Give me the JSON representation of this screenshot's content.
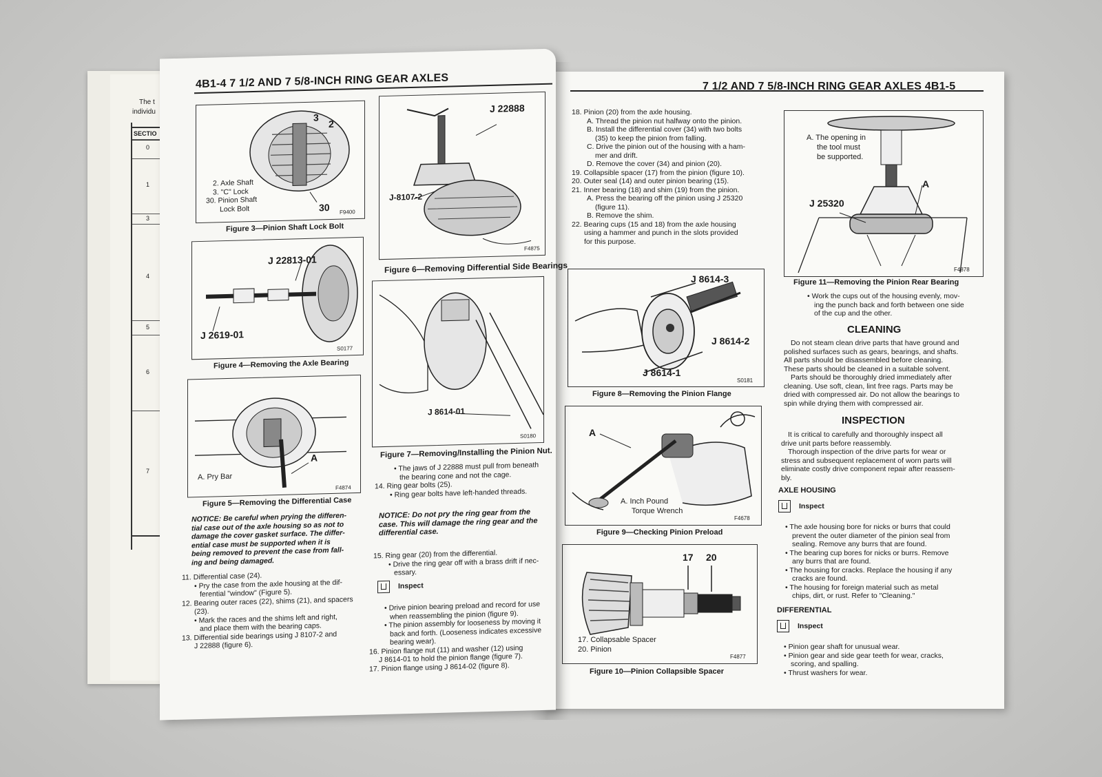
{
  "left_page": {
    "header": "4B1-4  7 1/2 AND 7 5/8-INCH RING GEAR AXLES",
    "fig3": {
      "caption": "Figure 3—Pinion Shaft Lock Bolt",
      "code": "F9400",
      "legend": [
        "2. Axle Shaft",
        "3. \"C\" Lock",
        "30. Pinion Shaft",
        "Lock Bolt"
      ],
      "callouts": [
        "3",
        "2",
        "30"
      ]
    },
    "fig4": {
      "caption": "Figure 4—Removing the Axle Bearing",
      "code": "S0177",
      "tool1": "J 22813-01",
      "tool2": "J 2619-01"
    },
    "fig5": {
      "caption": "Figure 5—Removing the Differential Case",
      "code": "F4874",
      "legend": "A. Pry Bar",
      "callout": "A"
    },
    "fig6": {
      "caption": "Figure 6—Removing Differential Side Bearings",
      "code": "F4875",
      "tool1": "J 22888",
      "tool2": "J-8107-2"
    },
    "fig7": {
      "caption": "Figure 7—Removing/Installing the Pinion Nut.",
      "code": "S0180",
      "tool": "J 8614-01"
    },
    "notice1": [
      "NOTICE: Be careful when prying the differen-",
      "tial case out of the axle housing so as not to",
      "damage the cover gasket surface. The differ-",
      "ential case must be supported when it is",
      "being removed to prevent the case from fall-",
      "ing and being damaged."
    ],
    "col1_steps": [
      "11. Differential case (24).",
      "• Pry the case from the axle housing at the dif-",
      "ferential \"window\" (Figure 5).",
      "12. Bearing outer races (22), shims (21), and spacers",
      "(23).",
      "• Mark the races and the shims left and right,",
      "and place them with the bearing caps.",
      "13. Differential side bearings using J 8107-2 and",
      "J 22888 (figure 6)."
    ],
    "col2_top": [
      "• The jaws of J 22888 must pull from beneath",
      "the bearing cone and not the cage.",
      "14. Ring gear bolts (25).",
      "• Ring gear bolts have left-handed threads."
    ],
    "notice2": [
      "NOTICE: Do not pry the ring gear from the",
      "case. This will damage the ring gear and the",
      "differential case."
    ],
    "col2_steps": [
      "15. Ring gear (20) from the differential.",
      "• Drive the ring gear off with a brass drift if nec-",
      "essary."
    ],
    "inspect_label": "Inspect",
    "col2_bottom": [
      "• Drive pinion bearing preload and record for use",
      "when reassembling the pinion (figure 9).",
      "• The pinion assembly for looseness by moving it",
      "back and forth. (Looseness indicates excessive",
      "bearing wear).",
      "16. Pinion flange nut (11) and washer (12) using",
      "J 8614-01 to hold the pinion flange (figure 7).",
      "17. Pinion flange using J 8614-02 (figure 8)."
    ]
  },
  "under_page": {
    "t1": "The t",
    "t2": "individu",
    "section_header": "SECTIO",
    "rows": [
      "0",
      "1",
      "3",
      "4",
      "5",
      "6",
      "7"
    ]
  },
  "right_page": {
    "header": "7 1/2 AND 7 5/8-INCH RING GEAR AXLES  4B1-5",
    "steps": [
      "18. Pinion (20) from the axle housing.",
      "A. Thread the pinion nut halfway onto the pinion.",
      "B. Install the differential cover (34) with two bolts",
      "(35) to keep the pinion from falling.",
      "C. Drive the pinion out of the housing with a ham-",
      "mer and drift.",
      "D. Remove the cover (34) and pinion (20).",
      "19. Collapsible spacer (17) from the pinion (figure 10).",
      "20. Outer seal (14) and outer pinion bearing (15).",
      "21. Inner bearing (18) and shim (19) from the pinion.",
      "A. Press the bearing off the pinion using J 25320",
      "(figure 11).",
      "B. Remove the shim.",
      "22. Bearing cups (15 and 18) from the axle housing",
      "using a hammer and punch in the slots provided",
      "for this purpose."
    ],
    "fig8": {
      "caption": "Figure 8—Removing the Pinion Flange",
      "code": "S0181",
      "tool1": "J 8614-3",
      "tool2": "J 8614-2",
      "tool3": "J 8614-1"
    },
    "fig9": {
      "caption": "Figure 9—Checking Pinion Preload",
      "code": "F4678",
      "callout": "A",
      "legend1": "A. Inch Pound",
      "legend2": "Torque Wrench"
    },
    "fig10": {
      "caption": "Figure 10—Pinion Collapsible Spacer",
      "code": "F4877",
      "callouts": [
        "17",
        "20"
      ],
      "legend": [
        "17. Collapsable Spacer",
        "20. Pinion"
      ]
    },
    "fig11": {
      "caption": "Figure 11—Removing the Pinion Rear Bearing",
      "code": "F4878",
      "note": [
        "A. The opening in",
        "the tool must",
        "be supported."
      ],
      "tool": "J 25320",
      "callout": "A"
    },
    "fig11_note": [
      "• Work the cups out of the housing evenly, mov-",
      "ing the punch back and forth between one side",
      "of the cup and the other."
    ],
    "cleaning": {
      "title": "CLEANING",
      "text": [
        "Do not steam clean drive parts that have ground and",
        "polished surfaces such as gears, bearings, and shafts.",
        "All parts should be disassembled before cleaning.",
        "These parts should be cleaned in a suitable solvent.",
        "Parts should be thoroughly dried immediately after",
        "cleaning. Use soft, clean, lint free rags. Parts may be",
        "dried with compressed air. Do not allow the bearings to",
        "spin while drying them with compressed air."
      ]
    },
    "inspection": {
      "title": "INSPECTION",
      "text": [
        "It is critical to carefully and thoroughly inspect all",
        "drive unit parts before reassembly.",
        "Thorough inspection of the drive parts for wear or",
        "stress and subsequent replacement of worn parts will",
        "eliminate costly drive component repair after reassem-",
        "bly."
      ]
    },
    "axle_housing": {
      "title": "AXLE HOUSING",
      "inspect": "Inspect",
      "items": [
        "• The axle housing bore for nicks or burrs that could",
        "prevent the outer diameter of the pinion seal from",
        "sealing. Remove any burrs that are found.",
        "• The bearing cup bores for nicks or burrs. Remove",
        "any burrs that are found.",
        "• The housing for cracks. Replace the housing if any",
        "cracks are found.",
        "• The housing for foreign material such as metal",
        "chips, dirt, or rust. Refer to \"Cleaning.\""
      ]
    },
    "differential": {
      "title": "DIFFERENTIAL",
      "inspect": "Inspect",
      "items": [
        "• Pinion gear shaft for unusual wear.",
        "• Pinion gear and side gear teeth for wear, cracks,",
        "scoring, and spalling.",
        "• Thrust washers for wear."
      ]
    }
  }
}
